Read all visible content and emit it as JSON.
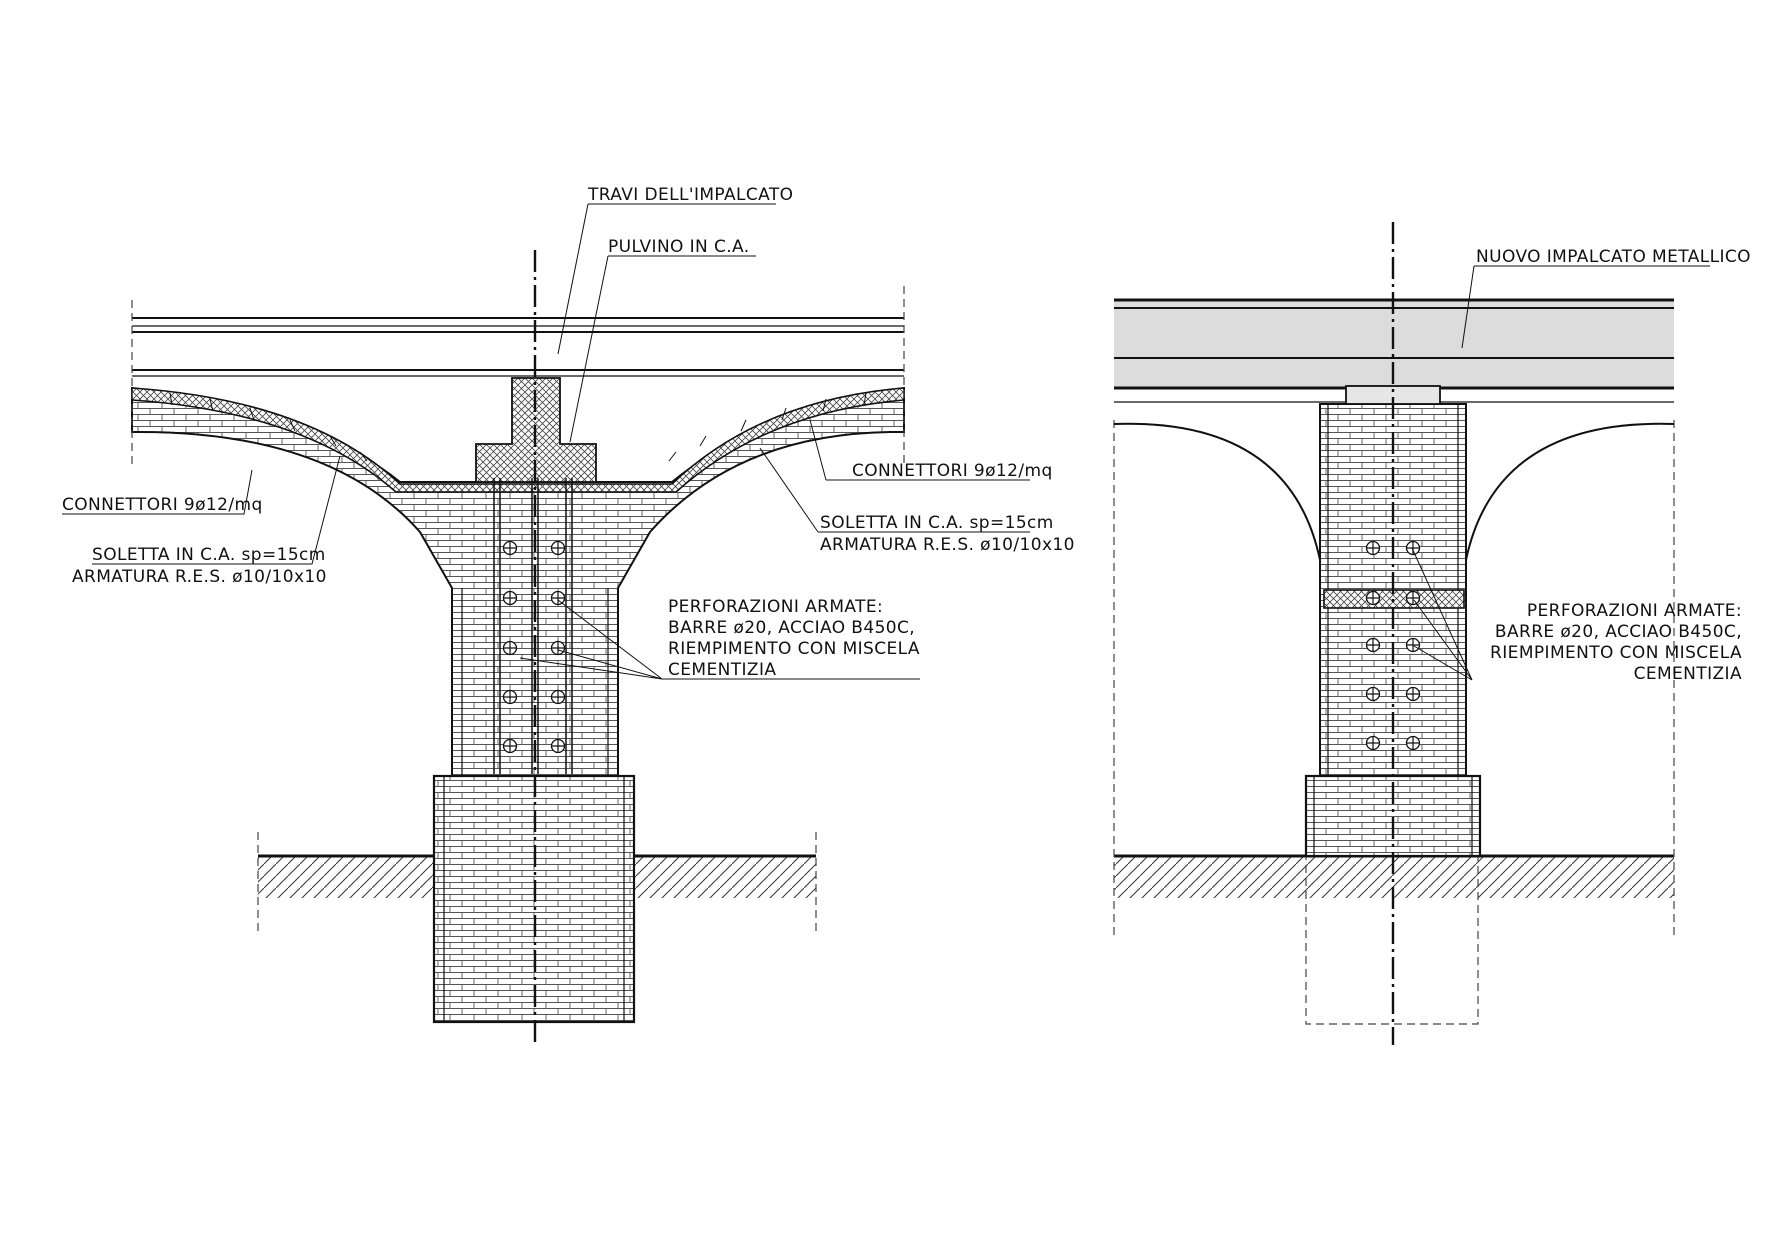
{
  "labels": {
    "left_travi": "TRAVI DELL'IMPALCATO",
    "left_pulvino": "PULVINO IN C.A.",
    "left_connettori": "CONNETTORI 9ø12/mq",
    "left_soletta": "SOLETTA IN C.A. sp=15cm",
    "left_armatura": "ARMATURA R.E.S. ø10/10x10",
    "right_connettori": "CONNETTORI 9ø12/mq",
    "right_soletta": "SOLETTA IN C.A. sp=15cm",
    "right_armatura": "ARMATURA R.E.S. ø10/10x10",
    "left_perf_1": "PERFORAZIONI ARMATE:",
    "left_perf_2": "BARRE ø20, ACCIAO B450C,",
    "left_perf_3": "RIEMPIMENTO CON MISCELA",
    "left_perf_4": "CEMENTIZIA",
    "right_impalcato": "NUOVO IMPALCATO METALLICO",
    "right_perf_1": "PERFORAZIONI ARMATE:",
    "right_perf_2": "BARRE ø20, ACCIAO B450C,",
    "right_perf_3": "RIEMPIMENTO CON MISCELA",
    "right_perf_4": "CEMENTIZIA"
  },
  "colors": {
    "line": "#111111",
    "deck_fill": "#dcdcdc",
    "bearing_fill": "#e6e6e6",
    "brick_line": "#555555"
  }
}
